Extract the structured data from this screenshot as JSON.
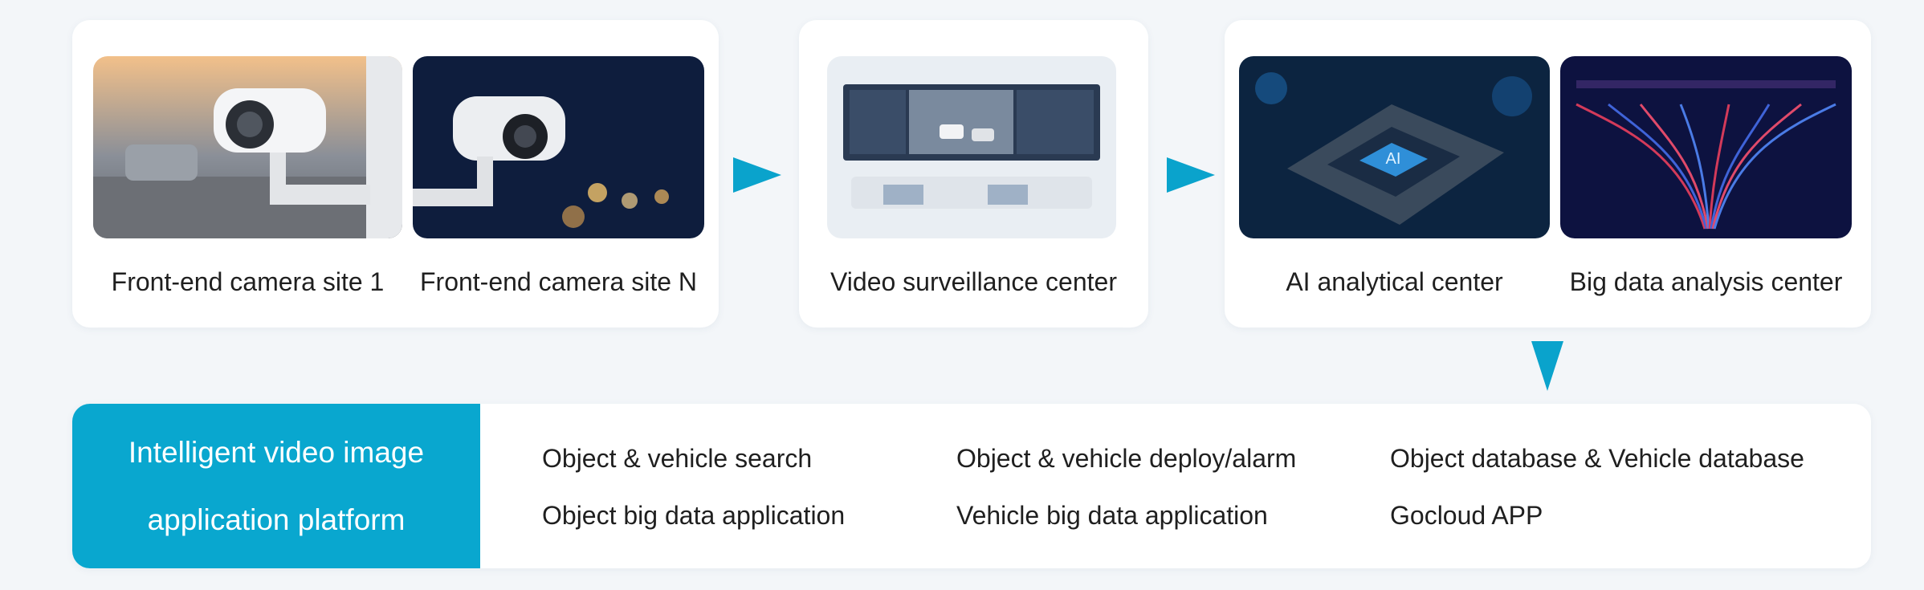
{
  "colors": {
    "accent": "#0aa3cc",
    "background": "#f3f6f9",
    "card": "#ffffff"
  },
  "sites": [
    {
      "caption": "Front-end camera site 1",
      "image": "traffic-camera-dusk-photo"
    },
    {
      "caption": "Front-end camera site N",
      "image": "camera-night-photo"
    }
  ],
  "surveillance": {
    "caption": "Video surveillance center",
    "image": "control-room-photo"
  },
  "ai": {
    "caption": "AI analytical center",
    "image": "ai-chip-photo"
  },
  "bigdata": {
    "caption": "Big data analysis center",
    "image": "data-visualization-photo"
  },
  "arrows": [
    "arrow-right-icon",
    "arrow-right-icon",
    "arrow-down-icon"
  ],
  "platform": {
    "title_line1": "Intelligent video image",
    "title_line2": "application platform",
    "features": [
      "Object & vehicle search",
      "Object & vehicle deploy/alarm",
      "Object database & Vehicle database",
      "Object big data application",
      "Vehicle big data application",
      "Gocloud APP"
    ]
  }
}
